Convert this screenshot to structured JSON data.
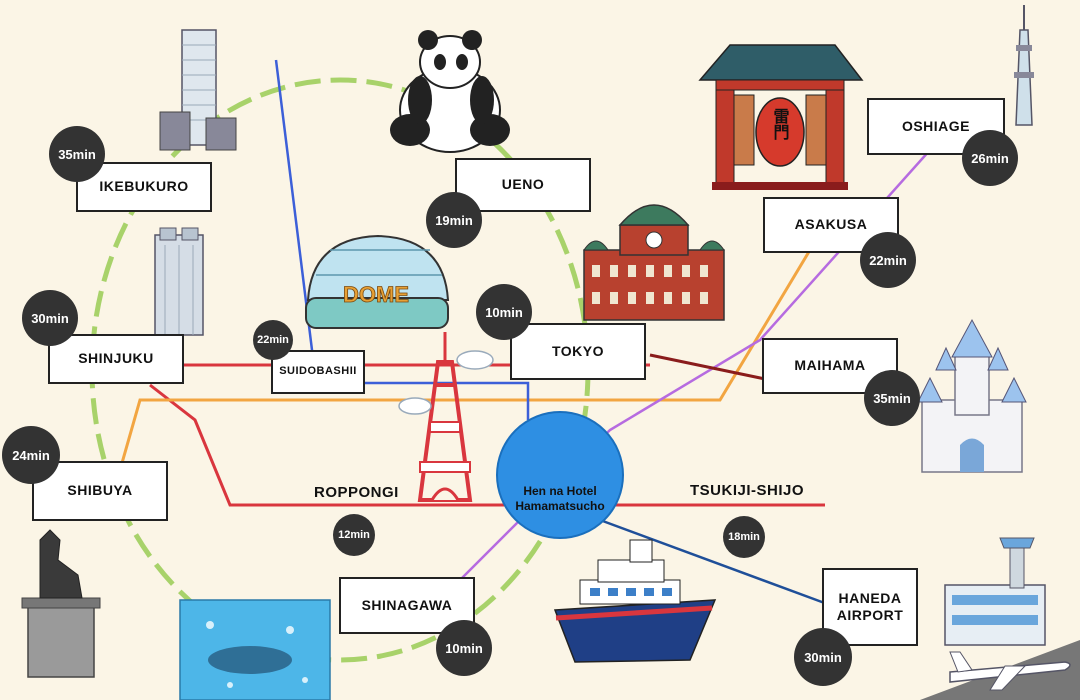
{
  "hotel": {
    "line1": "Hen na Hotel",
    "line2": "Hamamatsucho"
  },
  "stations": {
    "ikebukuro": {
      "name": "IKEBUKURO",
      "time": "35min"
    },
    "ueno": {
      "name": "UENO",
      "time": "19min"
    },
    "oshiage": {
      "name": "OSHIAGE",
      "time": "26min"
    },
    "asakusa": {
      "name": "ASAKUSA",
      "time": "22min"
    },
    "shinjuku": {
      "name": "SHINJUKU",
      "time": "30min"
    },
    "suidobashi": {
      "name": "SUIDOBASHII",
      "time": "22min"
    },
    "tokyo": {
      "name": "TOKYO",
      "time": "10min"
    },
    "maihama": {
      "name": "MAIHAMA",
      "time": "35min"
    },
    "shibuya": {
      "name": "SHIBUYA",
      "time": "24min"
    },
    "roppongi": {
      "name": "ROPPONGI",
      "time": "12min"
    },
    "tsukiji": {
      "name": "TSUKIJI-SHIJO",
      "time": "18min"
    },
    "shinagawa": {
      "name": "SHINAGAWA",
      "time": "10min"
    },
    "haneda": {
      "name": "HANEDA\nAIRPORT",
      "time": "30min"
    }
  },
  "landmarks": {
    "dome_text": "DOME",
    "kaminarimon_text": "雷門"
  },
  "colors": {
    "background": "#fbf5e6",
    "yamanote": "#a8d26a",
    "red_line": "#d9363e",
    "orange_line": "#f2a541",
    "purple_line": "#b66be0",
    "blue_line": "#3c5fd8",
    "darkblue_line": "#1f4f99",
    "maroon_line": "#8a1c1c",
    "hotel": "#2e8fe3"
  }
}
